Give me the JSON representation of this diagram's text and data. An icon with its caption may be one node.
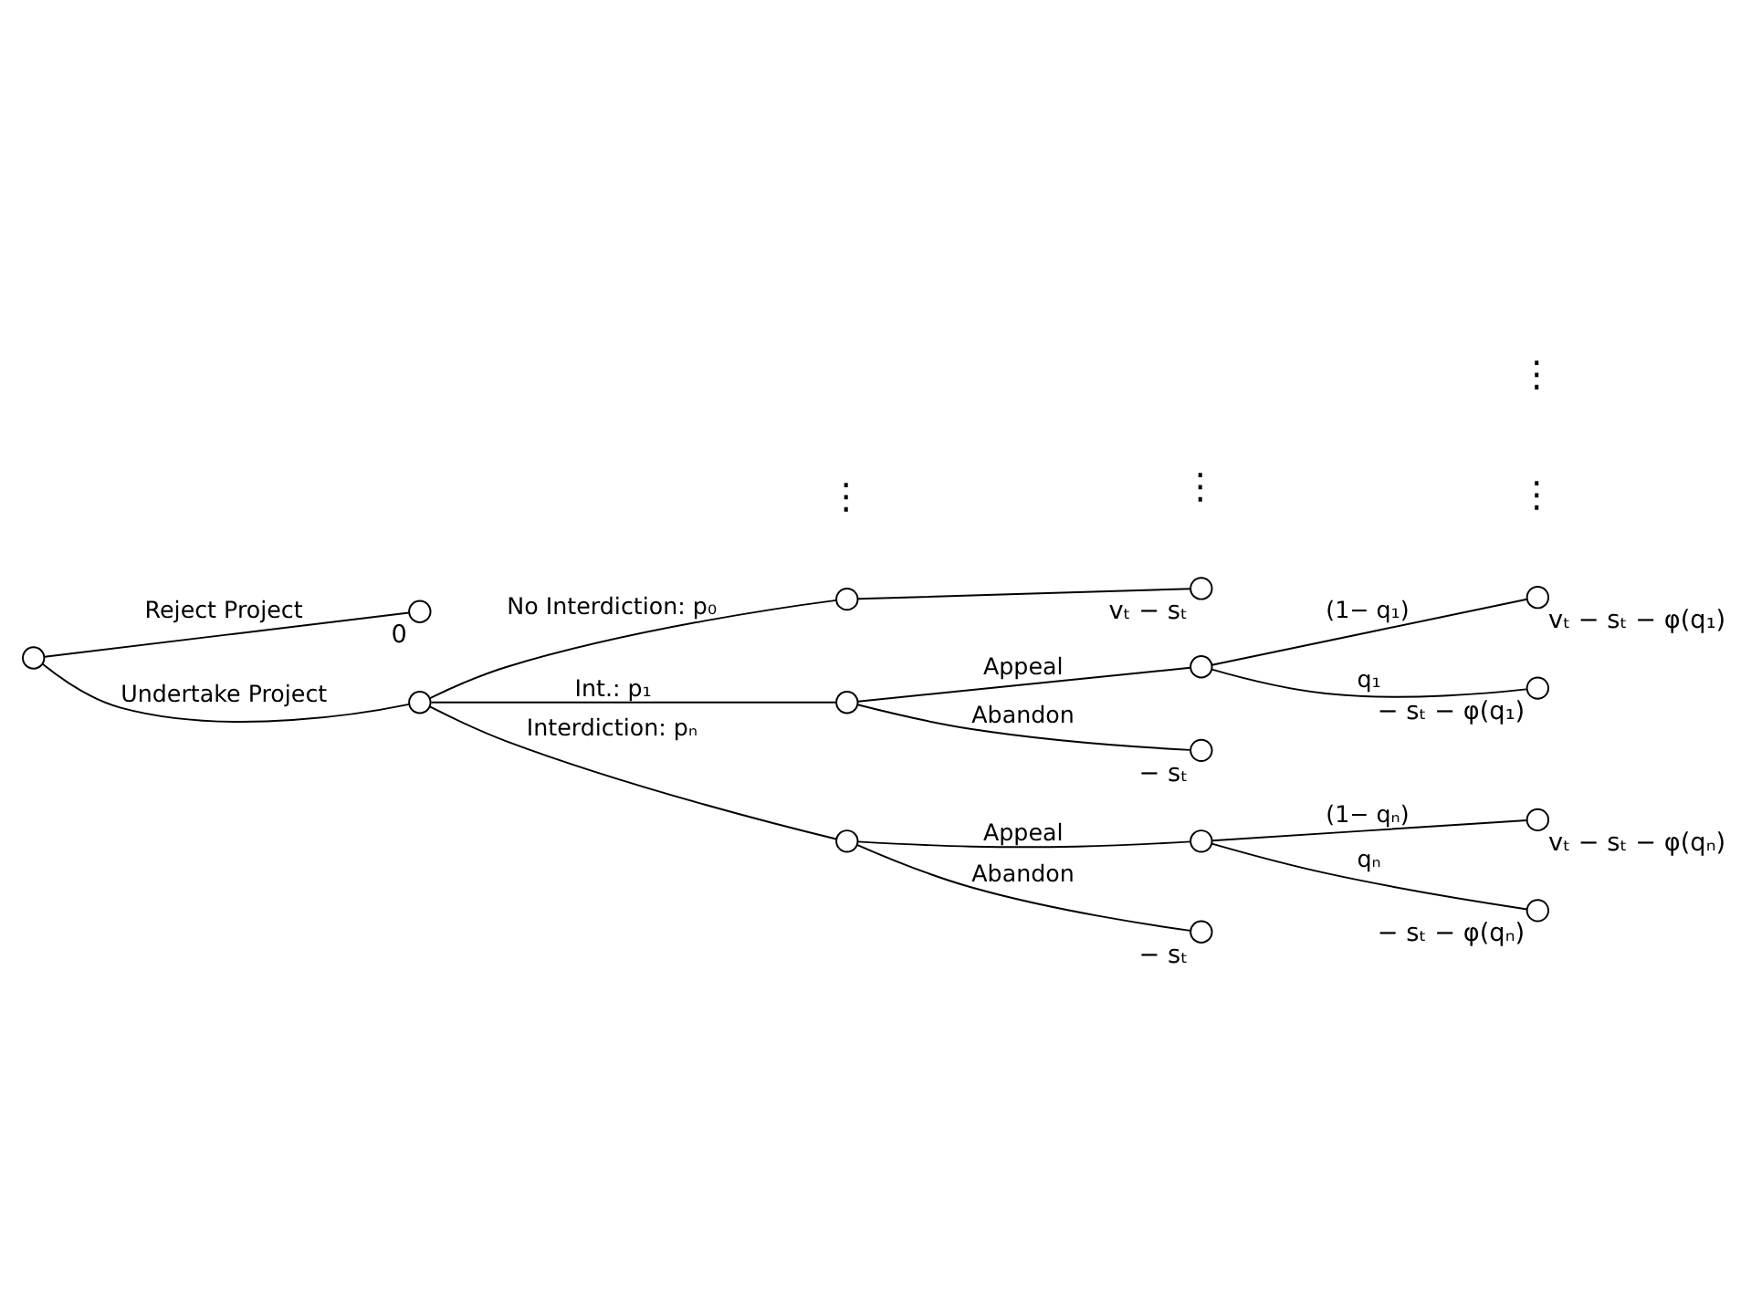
{
  "diagram": {
    "nodes": [
      {
        "text": [],
        "shape": "circle"
      },
      {
        "text": [],
        "shape": "circle",
        "beside": [
          "0"
        ]
      },
      {
        "text": [],
        "shape": "circle"
      },
      {
        "text": [],
        "shape": "circle"
      },
      {
        "text": [],
        "shape": "circle",
        "beside": [
          "vₜ − sₜ"
        ]
      },
      {
        "text": [],
        "shape": "circle"
      },
      {
        "text": [],
        "shape": "circle"
      },
      {
        "text": [],
        "shape": "circle",
        "beside": [
          "vₜ − sₜ − φ(q₁)"
        ]
      },
      {
        "text": [],
        "shape": "circle",
        "beside": [
          "− sₜ − φ(q₁)"
        ]
      },
      {
        "text": [],
        "shape": "circle",
        "beside": [
          "− sₜ"
        ]
      },
      {
        "text": [],
        "shape": "circle"
      },
      {
        "text": [],
        "shape": "circle"
      },
      {
        "text": [],
        "shape": "circle",
        "beside": [
          "vₜ − sₜ − φ(qₙ)"
        ]
      },
      {
        "text": [],
        "shape": "circle",
        "beside": [
          "− sₜ − φ(qₙ)"
        ]
      },
      {
        "text": [],
        "shape": "circle",
        "beside": [
          "− sₜ"
        ]
      }
    ],
    "edges": [
      {
        "from": 0,
        "to": 2,
        "arrow": "none",
        "label": "Undertake Project"
      },
      {
        "from": 0,
        "to": 1,
        "arrow": "none",
        "label": "Reject Project"
      },
      {
        "from": 2,
        "to": 3,
        "arrow": "none",
        "label": "No Interdiction: p₀"
      },
      {
        "from": 3,
        "to": 4,
        "arrow": "none"
      },
      {
        "from": 2,
        "to": 5,
        "arrow": "none",
        "label": "Int.: p₁"
      },
      {
        "from": 5,
        "to": 6,
        "arrow": "none",
        "label": "Appeal"
      },
      {
        "from": 6,
        "to": 7,
        "arrow": "none",
        "label": "(1− q₁)"
      },
      {
        "from": 6,
        "to": 8,
        "arrow": "none",
        "label": "q₁"
      },
      {
        "from": 5,
        "to": 9,
        "arrow": "none",
        "label": "Abandon"
      },
      {
        "from": 2,
        "to": 10,
        "arrow": "none",
        "label": "Interdiction: pₙ"
      },
      {
        "from": 10,
        "to": 11,
        "arrow": "none",
        "label": "Appeal"
      },
      {
        "from": 11,
        "to": 12,
        "arrow": "none",
        "label": "(1− qₙ)"
      },
      {
        "from": 11,
        "to": 13,
        "arrow": "none",
        "label": "qₙ"
      },
      {
        "from": 10,
        "to": 14,
        "arrow": "none",
        "label": "Abandon"
      }
    ],
    "labels": [
      "⋮",
      "⋮",
      "⋮",
      "⋮"
    ]
  }
}
